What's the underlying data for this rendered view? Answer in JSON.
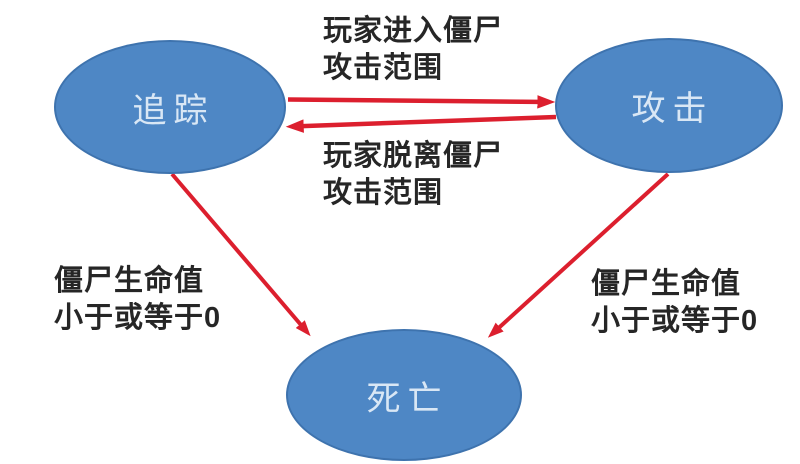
{
  "diagram": {
    "type": "state-machine",
    "background": "#ffffff",
    "colors": {
      "background": "#ffffff",
      "node_fill": "#4e87c5",
      "node_border": "#3e73ae",
      "node_text": "#d9e7f5",
      "arrow": "#dc1f2e",
      "label_text": "#262626"
    },
    "nodes": [
      {
        "id": "chase",
        "label": "追踪"
      },
      {
        "id": "attack",
        "label": "攻击"
      },
      {
        "id": "death",
        "label": "死亡"
      }
    ],
    "edges": [
      {
        "from": "追踪",
        "to": "攻击",
        "label": "玩家进入僵尸\n攻击范围"
      },
      {
        "from": "攻击",
        "to": "追踪",
        "label": "玩家脱离僵尸\n攻击范围"
      },
      {
        "from": "追踪",
        "to": "死亡",
        "label": "僵尸生命值\n小于或等于0"
      },
      {
        "from": "攻击",
        "to": "死亡",
        "label": "僵尸生命值\n小于或等于0"
      }
    ]
  }
}
